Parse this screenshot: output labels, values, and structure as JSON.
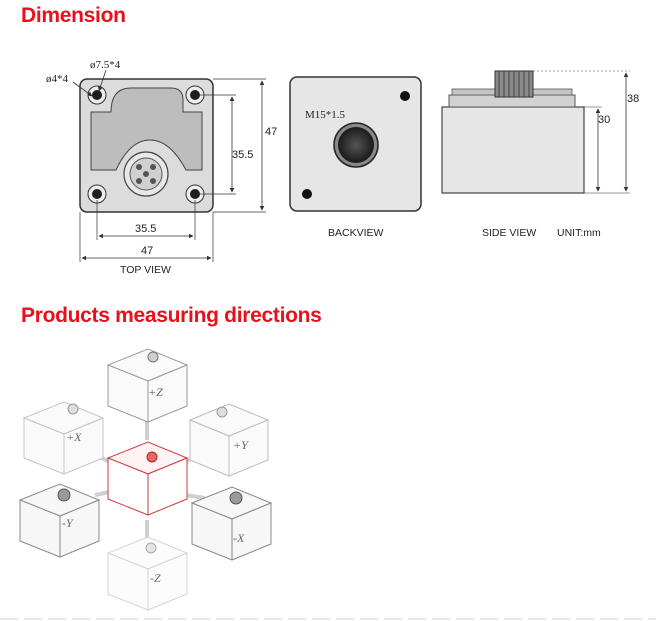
{
  "sections": {
    "dimension_title": "Dimension",
    "directions_title": "Products measuring directions"
  },
  "top_view": {
    "caption": "TOP VIEW",
    "hole_label_outer": "ø7.5*4",
    "hole_label_inner": "ø4*4",
    "height_outer": "47",
    "height_inner": "35.5",
    "width_inner": "35.5",
    "width_outer": "47"
  },
  "back_view": {
    "caption": "BACKVIEW",
    "thread_label": "M15*1.5"
  },
  "side_view": {
    "caption": "SIDE VIEW",
    "unit": "UNIT:mm",
    "height_outer": "38",
    "height_inner": "30"
  },
  "directions": {
    "plus_z": "+Z",
    "minus_z": "-Z",
    "plus_x": "+X",
    "minus_x": "-X",
    "plus_y": "+Y",
    "minus_y": "-Y"
  },
  "colors": {
    "heading": "#e8101a",
    "plate": "#d9d9d9",
    "highlight": "#d43a3a"
  }
}
